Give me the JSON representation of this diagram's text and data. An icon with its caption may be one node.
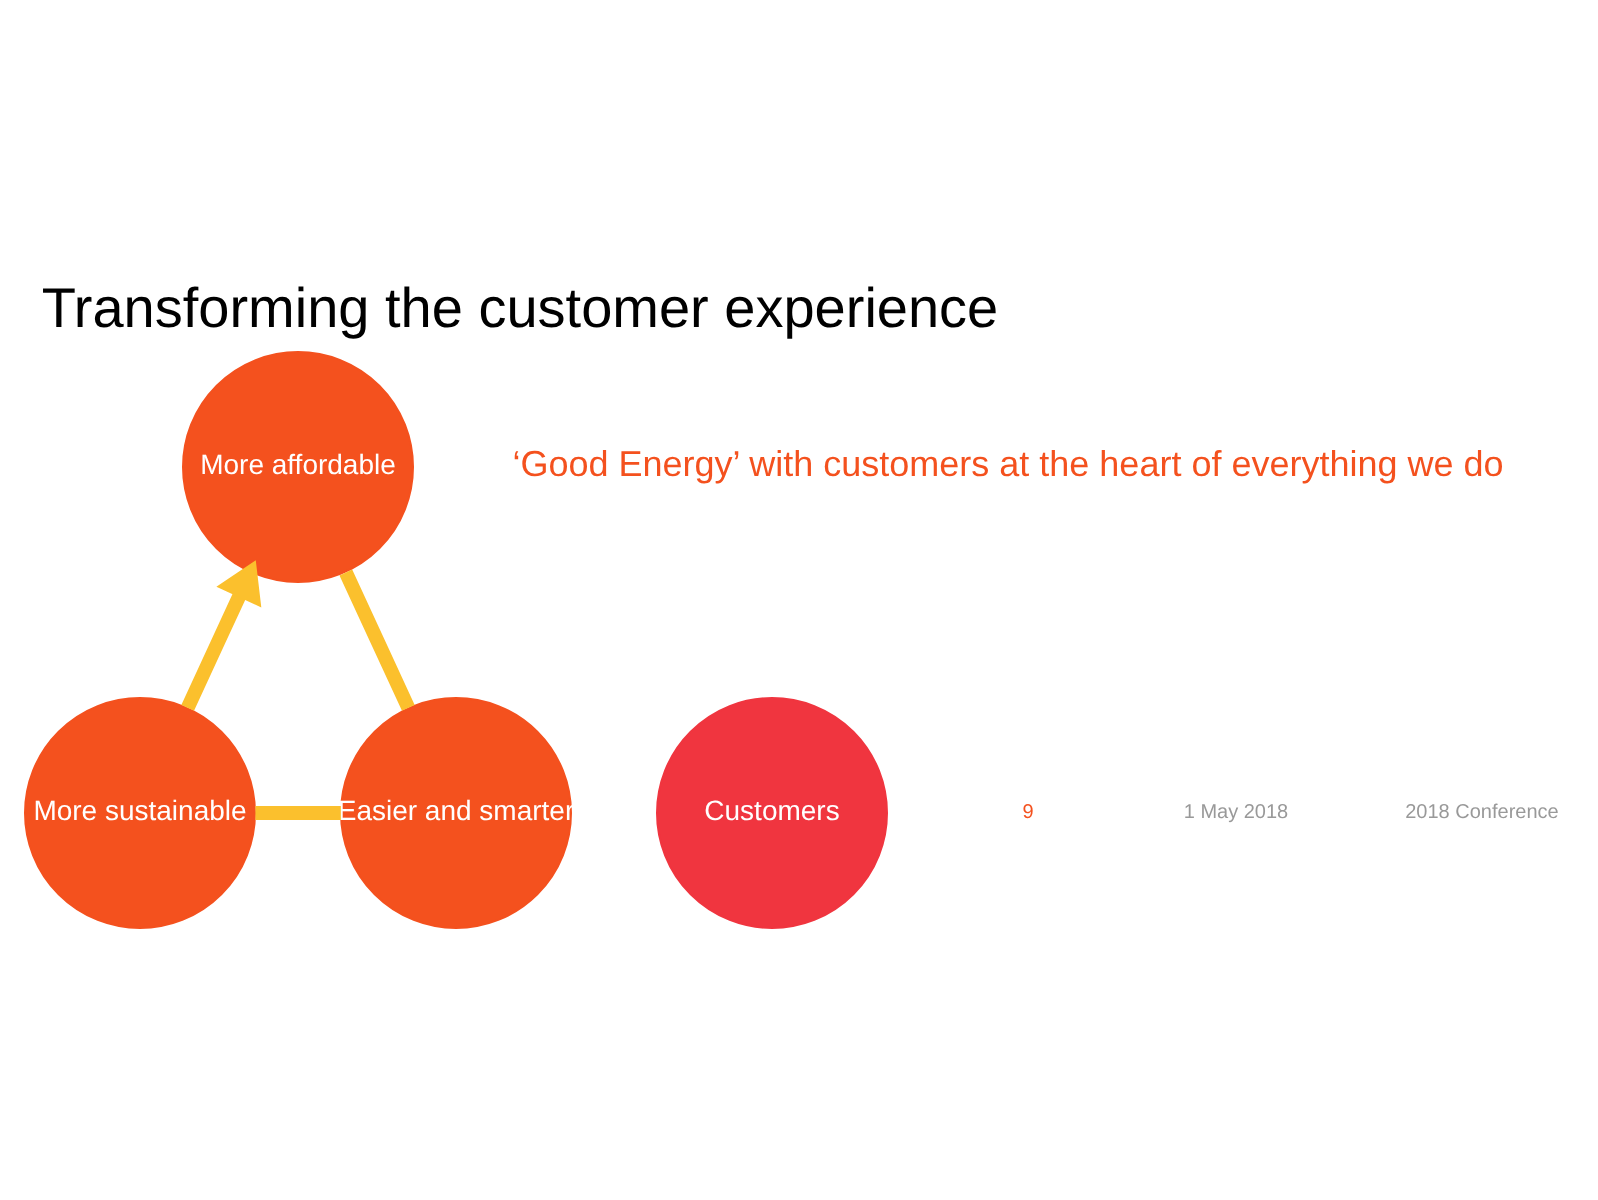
{
  "diagram": {
    "title": "Transforming the customer experience",
    "nodes": [
      {
        "text": [
          "More affordable"
        ]
      },
      {
        "text": [
          "Customers"
        ]
      },
      {
        "text": [
          "More sustainable"
        ]
      },
      {
        "text": [
          "Easier and smarter"
        ]
      }
    ],
    "edges": [
      {
        "from": 2,
        "to": 0,
        "arrow": "to"
      },
      {
        "from": 0,
        "to": 3,
        "arrow": "none"
      },
      {
        "from": 3,
        "to": 2,
        "arrow": "none"
      }
    ],
    "labels": [
      "‘Good Energy’ with customers at the heart of everything we do",
      "9",
      "1 May 2018",
      "2018 Conference"
    ]
  }
}
